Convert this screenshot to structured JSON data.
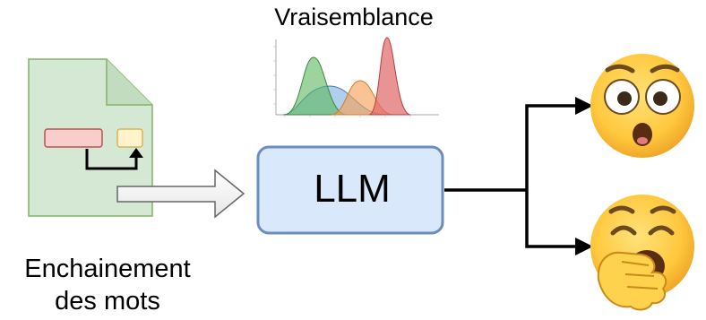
{
  "title": "Vraisemblance",
  "llm_label": "LLM",
  "caption": {
    "line1": "Enchainement",
    "line2": "des mots"
  },
  "icons": {
    "document": "document-icon",
    "surprised": "astonished-face-icon",
    "yawning": "yawning-face-icon"
  },
  "colors": {
    "document_fill": "#d5e8d4",
    "document_stroke": "#82b366",
    "llm_fill": "#dae8fc",
    "llm_stroke": "#6c8ebf",
    "token_red_fill": "#f8cecc",
    "token_red_stroke": "#b85450",
    "token_yellow_fill": "#fff2cc",
    "token_yellow_stroke": "#d6b656",
    "emoji_yellow": "#ffc83d"
  }
}
